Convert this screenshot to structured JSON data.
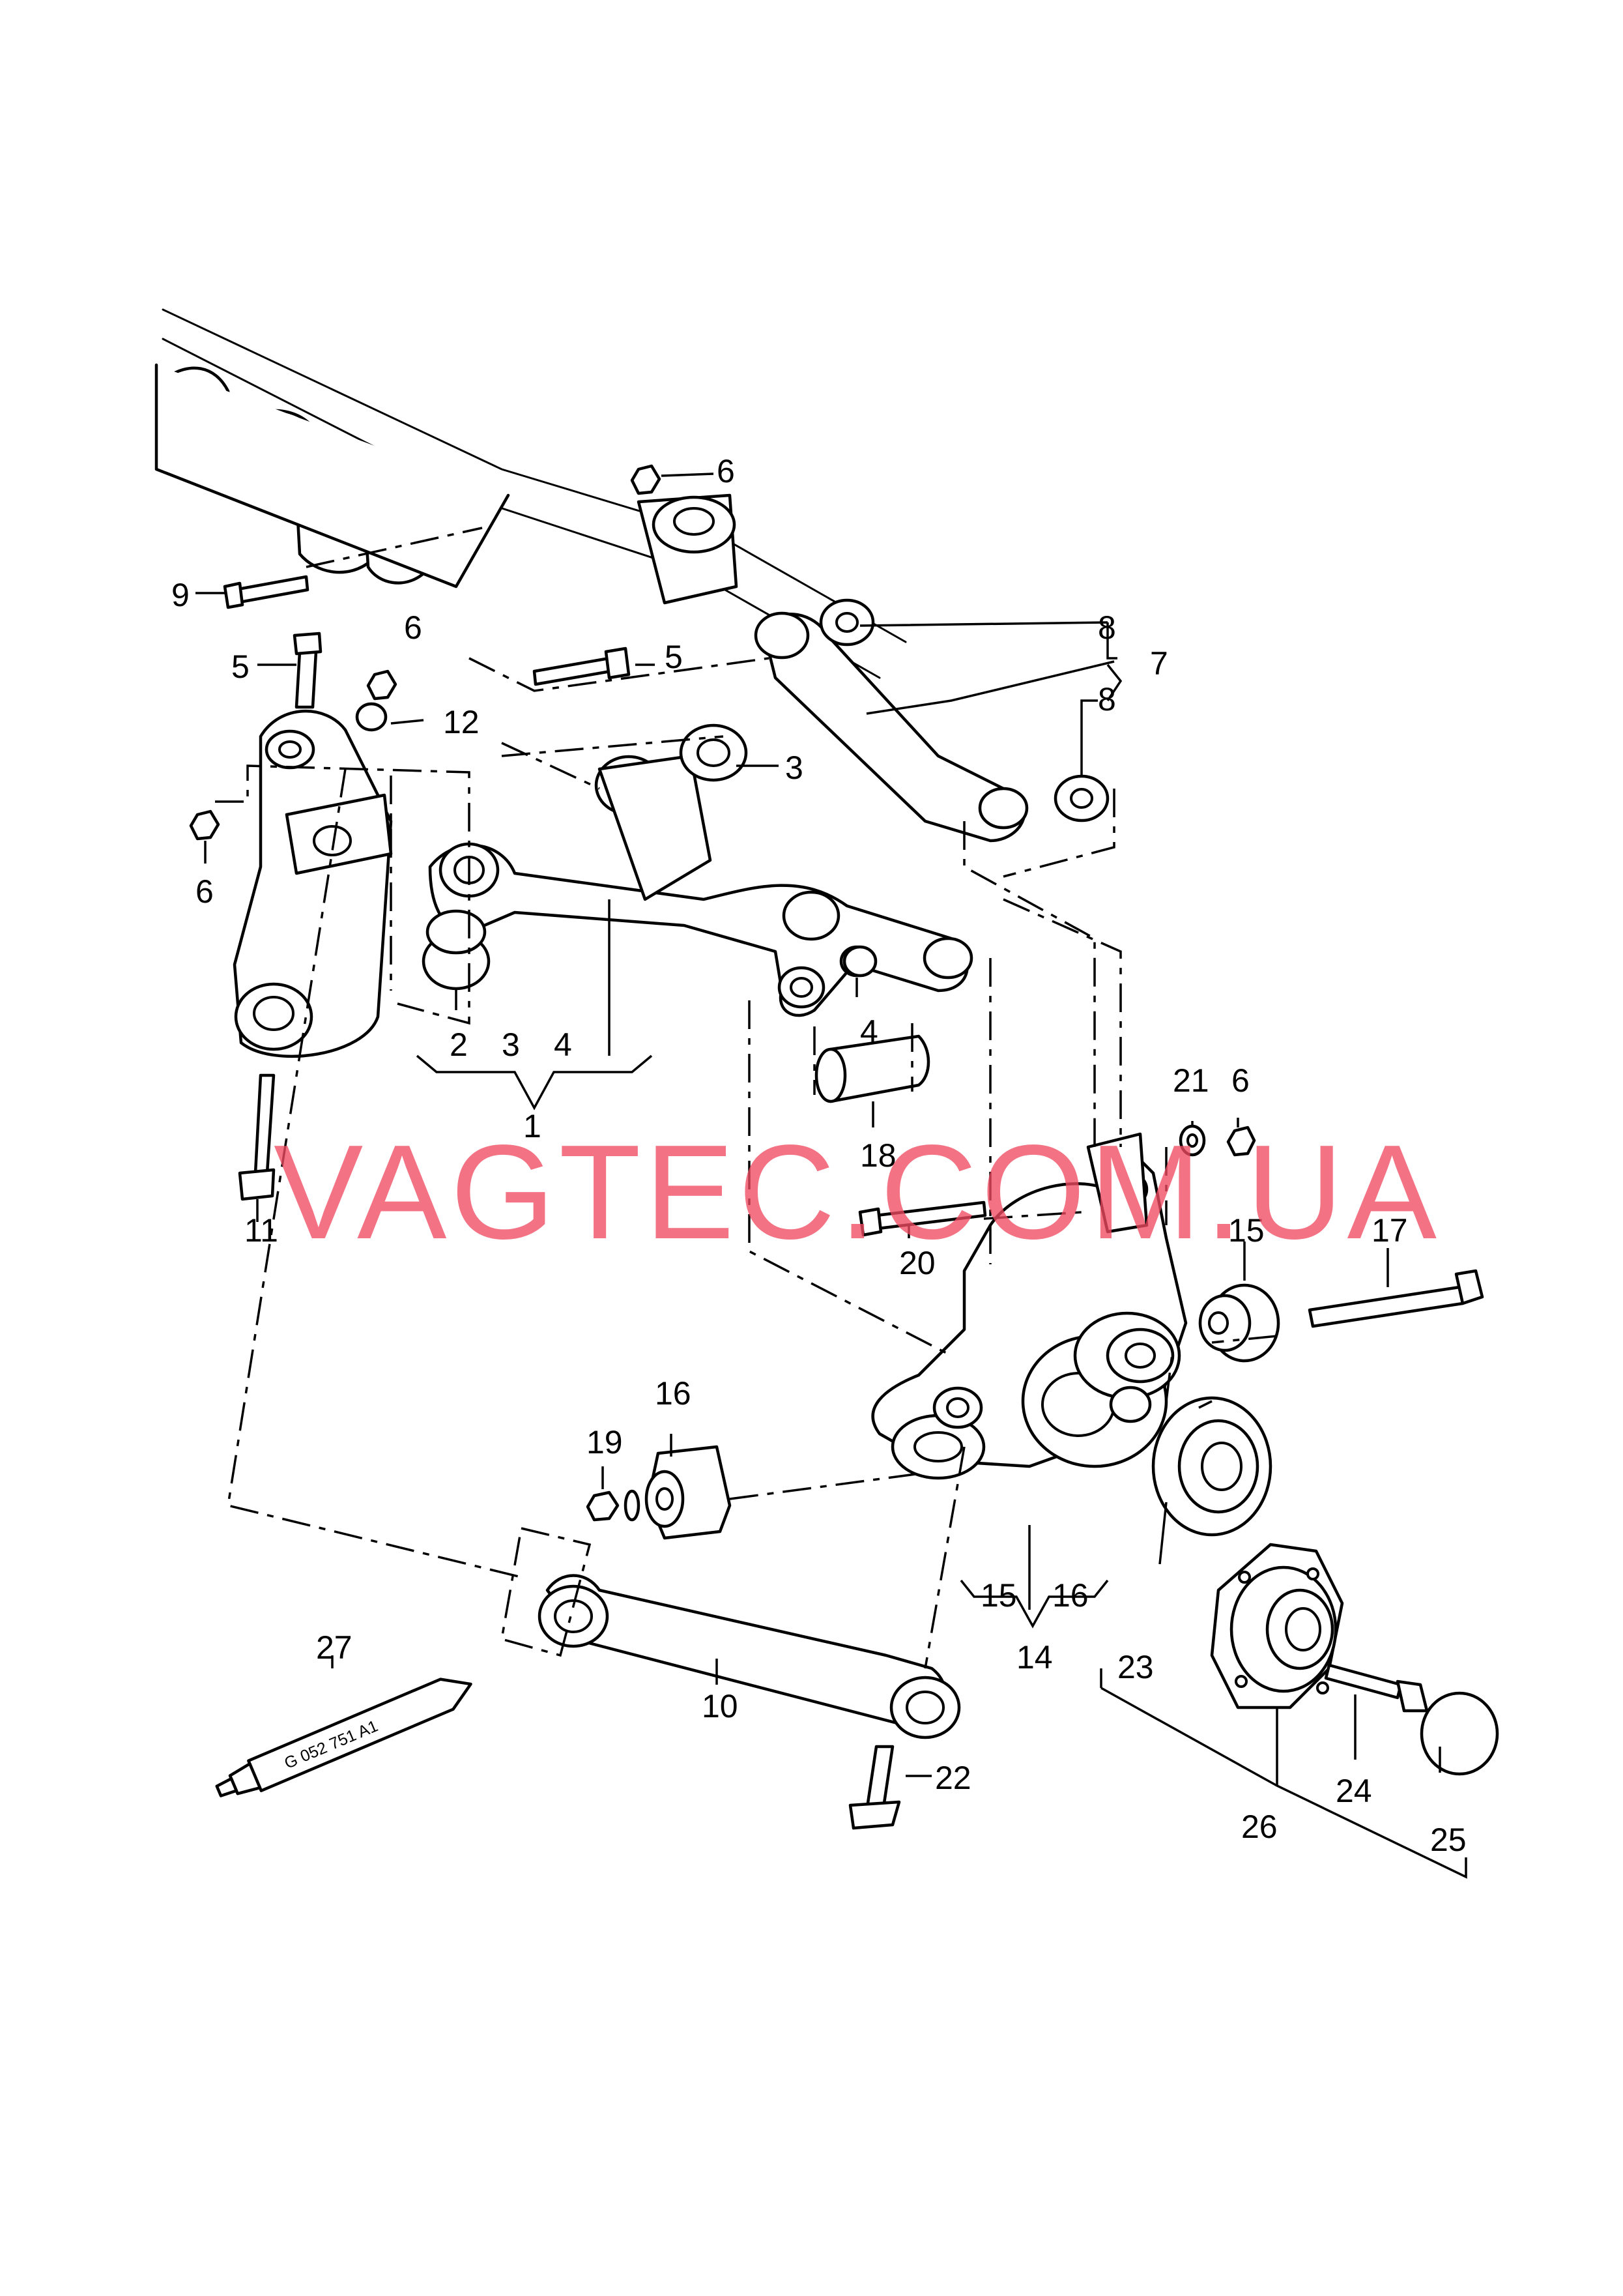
{
  "callouts": {
    "c1": "1",
    "c2": "2",
    "c3a": "3",
    "c3b": "3",
    "c4a": "4",
    "c4b": "4",
    "c5a": "5",
    "c5b": "5",
    "c6a": "6",
    "c6b": "6",
    "c6c": "6",
    "c6d": "6",
    "c7": "7",
    "c8a": "8",
    "c8b": "8",
    "c9": "9",
    "c10": "10",
    "c11": "11",
    "c12": "12",
    "c14": "14",
    "c15a": "15",
    "c15b": "15",
    "c16a": "16",
    "c16b": "16",
    "c17": "17",
    "c18": "18",
    "c19": "19",
    "c20": "20",
    "c21": "21",
    "c22": "22",
    "c23": "23",
    "c24": "24",
    "c25": "25",
    "c26": "26",
    "c27": "27"
  },
  "tube_label": "G 052 751 A1",
  "watermark": "VAGTEC.COM.UA",
  "colors": {
    "line": "#000000",
    "background": "#ffffff",
    "watermark": "#ef4a62"
  }
}
